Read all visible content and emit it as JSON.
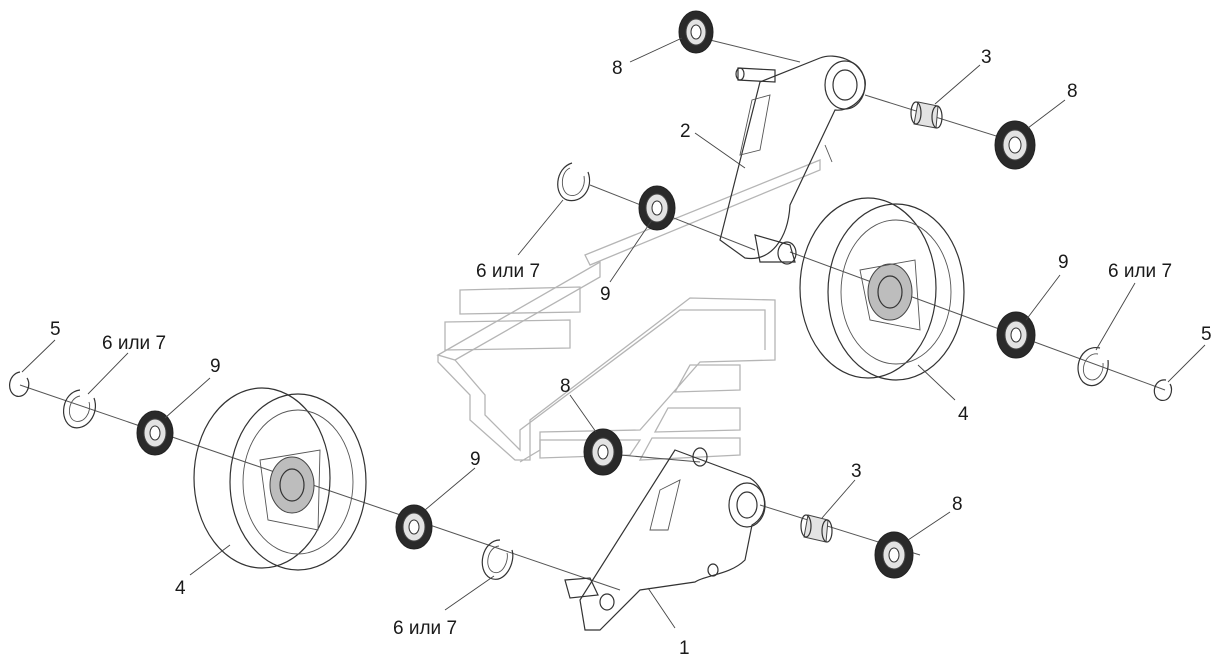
{
  "callouts": {
    "c1": "1",
    "c2": "2",
    "c3_top": "3",
    "c3_bottom": "3",
    "c4_left": "4",
    "c4_right": "4",
    "c5_left": "5",
    "c5_right": "5",
    "c67_upper": "6 или 7",
    "c67_left": "6 или 7",
    "c67_right": "6 или 7",
    "c67_bottom": "6 или 7",
    "c8_top": "8",
    "c8_topright": "8",
    "c8_mid": "8",
    "c8_bottomright": "8",
    "c9_upper": "9",
    "c9_left": "9",
    "c9_mid": "9",
    "c9_right": "9"
  },
  "colors": {
    "line": "#333333",
    "watermark": "#b5b5b5",
    "background": "#ffffff"
  }
}
